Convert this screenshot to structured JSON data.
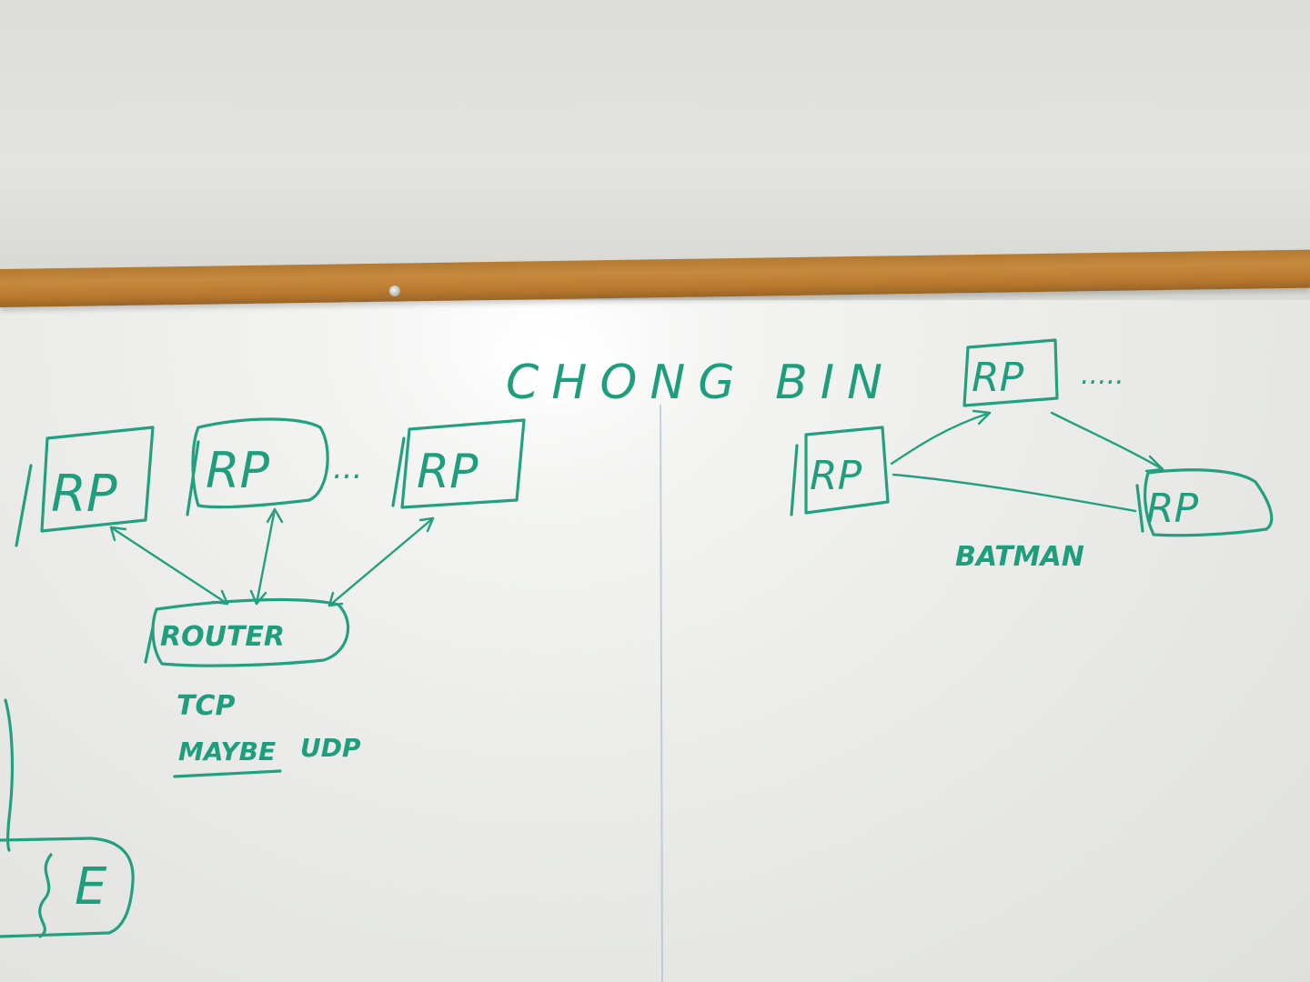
{
  "heading": "CHONG BIN",
  "left_diagram": {
    "nodes": [
      "RP",
      "RP",
      "RP"
    ],
    "ellipsis": "...",
    "router_label": "ROUTER",
    "note_line_1": "TCP",
    "note_line_2_underlined": "MAYBE",
    "note_line_2_rest": "UDP"
  },
  "right_diagram": {
    "nodes": [
      "RP",
      "RP",
      "RP"
    ],
    "ellipsis": ".....",
    "caption": "BATMAN"
  },
  "edge_fragment": "E",
  "colors": {
    "marker_ink": "#1f9e7d",
    "rail": "#c68a3f",
    "board": "#f3f4f2",
    "wall": "#dcddd9"
  }
}
